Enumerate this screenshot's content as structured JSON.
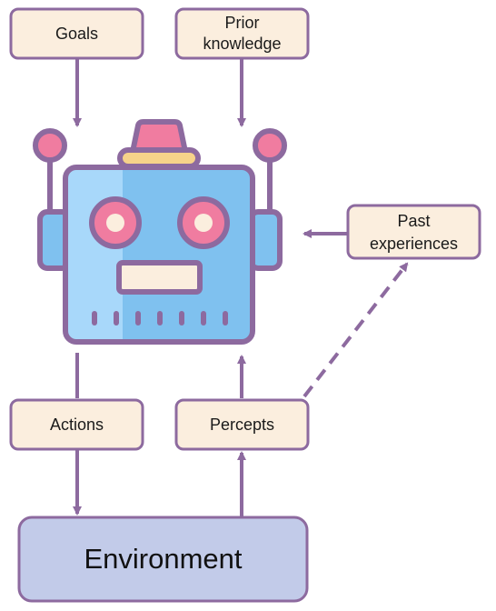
{
  "nodes": {
    "goals": {
      "label": "Goals"
    },
    "prior_knowledge": {
      "line1": "Prior",
      "line2": "knowledge"
    },
    "past_experiences": {
      "line1": "Past",
      "line2": "experiences"
    },
    "actions": {
      "label": "Actions"
    },
    "percepts": {
      "label": "Percepts"
    },
    "environment": {
      "label": "Environment"
    }
  },
  "colors": {
    "box_fill": "#fbeede",
    "border": "#8d6a9f",
    "environment_fill": "#c2cbe9",
    "robot_face": "#7fc1ef",
    "robot_face_light": "#a8d8fa",
    "robot_accent": "#f07ca0",
    "robot_band": "#f6d28a"
  },
  "icons": [
    "robot-icon"
  ]
}
